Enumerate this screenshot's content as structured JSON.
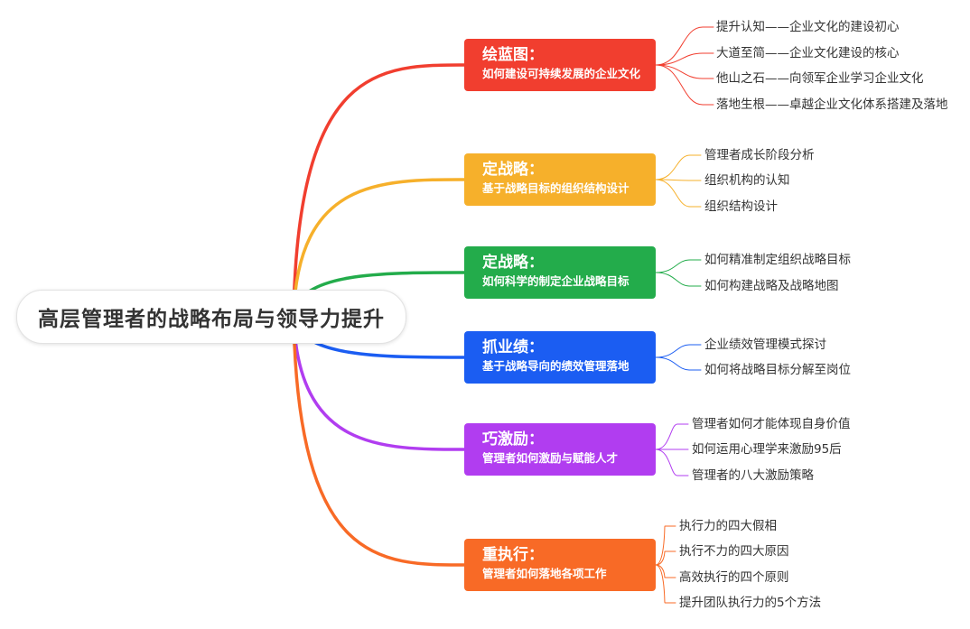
{
  "root": "高层管理者的战略布局与领导力提升",
  "branches": [
    {
      "title": "绘蓝图：",
      "subtitle": "如何建设可持续发展的企业文化",
      "color": "#f13e2f",
      "items": [
        "提升认知——企业文化的建设初心",
        "大道至简——企业文化建设的核心",
        "他山之石——向领军企业学习企业文化",
        "落地生根——卓越企业文化体系搭建及落地"
      ]
    },
    {
      "title": "定战略：",
      "subtitle": "基于战略目标的组织结构设计",
      "color": "#f6b02b",
      "items": [
        "管理者成长阶段分析",
        "组织机构的认知",
        "组织结构设计"
      ]
    },
    {
      "title": "定战略：",
      "subtitle": "如何科学的制定企业战略目标",
      "color": "#23ac4b",
      "items": [
        "如何精准制定组织战略目标",
        "如何构建战略及战略地图"
      ]
    },
    {
      "title": "抓业绩：",
      "subtitle": "基于战略导向的绩效管理落地",
      "color": "#1b5df2",
      "items": [
        "企业绩效管理模式探讨",
        "如何将战略目标分解至岗位"
      ]
    },
    {
      "title": "巧激励：",
      "subtitle": "管理者如何激励与赋能人才",
      "color": "#b13df0",
      "items": [
        "管理者如何才能体现自身价值",
        "如何运用心理学来激励95后",
        "管理者的八大激励策略"
      ]
    },
    {
      "title": "重执行：",
      "subtitle": "管理者如何落地各项工作",
      "color": "#f86a26",
      "items": [
        "执行力的四大假相",
        "执行不力的四大原因",
        "高效执行的四个原则",
        "提升团队执行力的5个方法"
      ]
    }
  ]
}
